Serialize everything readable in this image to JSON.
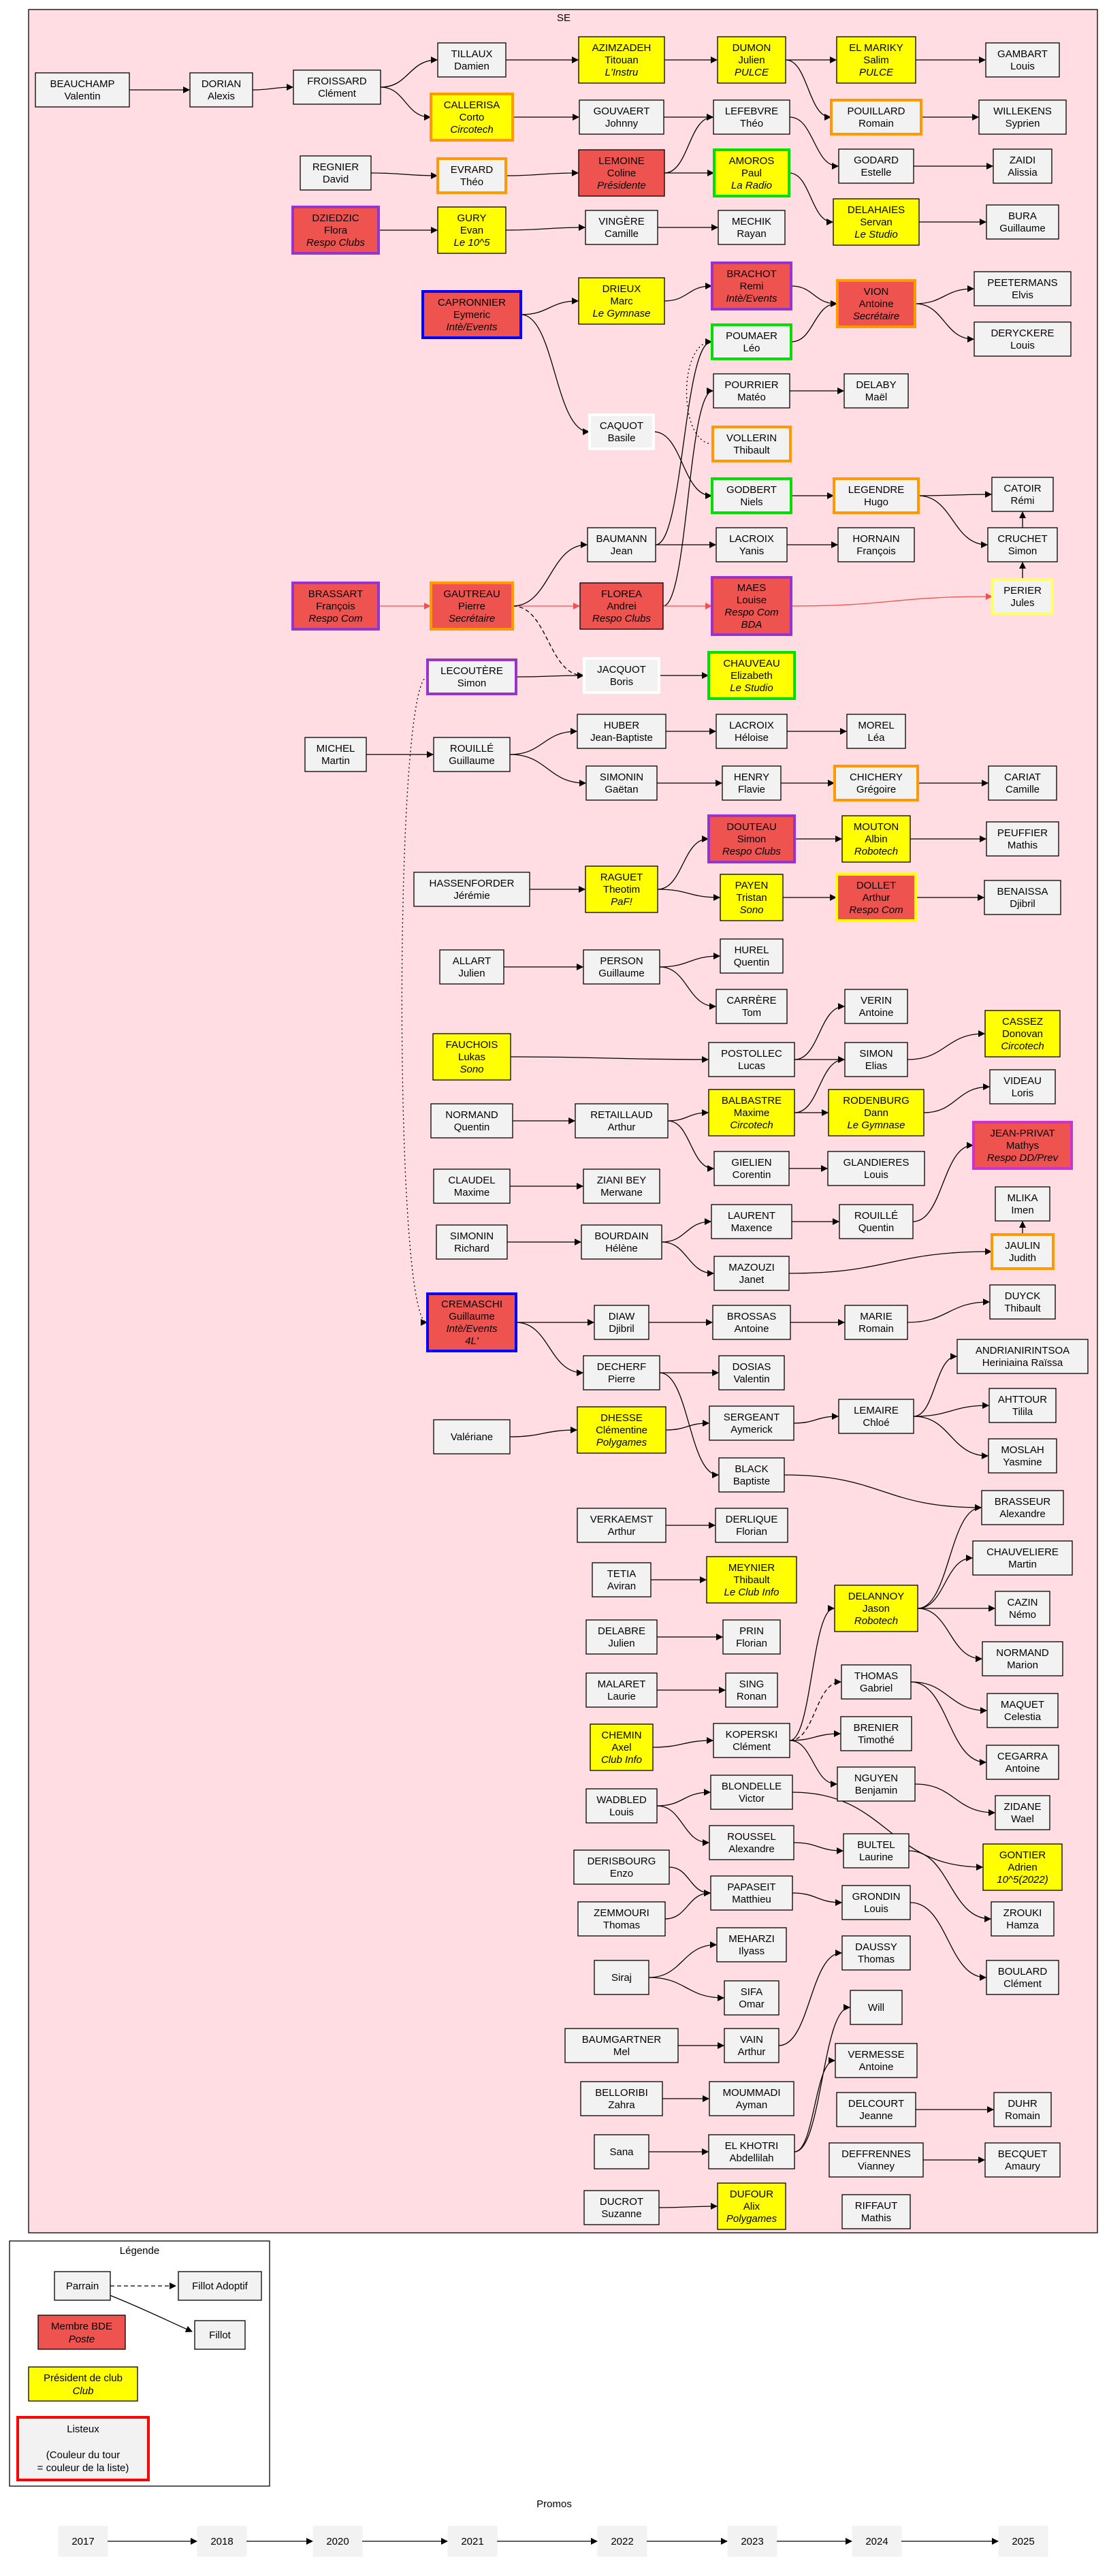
{
  "cluster_title": "SE",
  "colors": {
    "cluster_bg": "#ffdde2",
    "node_default": "#f2f2f2",
    "bde": "#ef5350",
    "club": "#ffff00",
    "edge": "#000000",
    "edge_red": "#ef5350"
  },
  "people": [
    {
      "id": "beauchamp",
      "lines": [
        "BEAUCHAMP",
        "Valentin"
      ]
    },
    {
      "id": "dorian",
      "lines": [
        "DORIAN",
        "Alexis"
      ]
    },
    {
      "id": "froissard",
      "lines": [
        "FROISSARD",
        "Clément"
      ]
    },
    {
      "id": "tillaux",
      "lines": [
        "TILLAUX",
        "Damien"
      ]
    },
    {
      "id": "callerisa",
      "lines": [
        "CALLERISA",
        "Corto",
        "Circotech"
      ]
    },
    {
      "id": "azimzadeh",
      "lines": [
        "AZIMZADEH",
        "Titouan",
        "L'Instru"
      ]
    },
    {
      "id": "gouvaert",
      "lines": [
        "GOUVAERT",
        "Johnny"
      ]
    },
    {
      "id": "dumon",
      "lines": [
        "DUMON",
        "Julien",
        "PULCE"
      ]
    },
    {
      "id": "elmariky",
      "lines": [
        "EL MARIKY",
        "Salim",
        "PULCE"
      ]
    },
    {
      "id": "gambart",
      "lines": [
        "GAMBART",
        "Louis"
      ]
    },
    {
      "id": "pouillard",
      "lines": [
        "POUILLARD",
        "Romain"
      ]
    },
    {
      "id": "willekens",
      "lines": [
        "WILLEKENS",
        "Syprien"
      ]
    },
    {
      "id": "lefebvre",
      "lines": [
        "LEFEBVRE",
        "Théo"
      ]
    },
    {
      "id": "regnier",
      "lines": [
        "REGNIER",
        "David"
      ]
    },
    {
      "id": "evrard",
      "lines": [
        "EVRARD",
        "Théo"
      ]
    },
    {
      "id": "lemoine",
      "lines": [
        "LEMOINE",
        "Coline",
        "Présidente"
      ]
    },
    {
      "id": "amoros",
      "lines": [
        "AMOROS",
        "Paul",
        "La Radio"
      ]
    },
    {
      "id": "godard",
      "lines": [
        "GODARD",
        "Estelle"
      ]
    },
    {
      "id": "zaidi",
      "lines": [
        "ZAIDI",
        "Alissia"
      ]
    },
    {
      "id": "dziedzic",
      "lines": [
        "DZIEDZIC",
        "Flora",
        "Respo Clubs"
      ]
    },
    {
      "id": "gury",
      "lines": [
        "GURY",
        "Evan",
        "Le 10^5"
      ]
    },
    {
      "id": "vingere",
      "lines": [
        "VINGÈRE",
        "Camille"
      ]
    },
    {
      "id": "mechik",
      "lines": [
        "MECHIK",
        "Rayan"
      ]
    },
    {
      "id": "delahaies",
      "lines": [
        "DELAHAIES",
        "Servan",
        "Le Studio"
      ]
    },
    {
      "id": "bura",
      "lines": [
        "BURA",
        "Guillaume"
      ]
    },
    {
      "id": "capronnier",
      "lines": [
        "CAPRONNIER",
        "Eymeric",
        "Intè/Events"
      ]
    },
    {
      "id": "drieux",
      "lines": [
        "DRIEUX",
        "Marc",
        "Le Gymnase"
      ]
    },
    {
      "id": "brachot",
      "lines": [
        "BRACHOT",
        "Remi",
        "Intè/Events"
      ]
    },
    {
      "id": "vion",
      "lines": [
        "VION",
        "Antoine",
        "Secrétaire"
      ]
    },
    {
      "id": "peetermans",
      "lines": [
        "PEETERMANS",
        "Elvis"
      ]
    },
    {
      "id": "deryckere",
      "lines": [
        "DERYCKERE",
        "Louis"
      ]
    },
    {
      "id": "poumaer",
      "lines": [
        "POUMAER",
        "Léo"
      ]
    },
    {
      "id": "pourrier",
      "lines": [
        "POURRIER",
        "Matéo"
      ]
    },
    {
      "id": "delaby",
      "lines": [
        "DELABY",
        "Maël"
      ]
    },
    {
      "id": "caquot",
      "lines": [
        "CAQUOT",
        "Basile"
      ]
    },
    {
      "id": "vollerin",
      "lines": [
        "VOLLERIN",
        "Thibault"
      ]
    },
    {
      "id": "godbert",
      "lines": [
        "GODBERT",
        "Niels"
      ]
    },
    {
      "id": "legendre",
      "lines": [
        "LEGENDRE",
        "Hugo"
      ]
    },
    {
      "id": "catoir",
      "lines": [
        "CATOIR",
        "Rémi"
      ]
    },
    {
      "id": "baumann",
      "lines": [
        "BAUMANN",
        "Jean"
      ]
    },
    {
      "id": "lacroixy",
      "lines": [
        "LACROIX",
        "Yanis"
      ]
    },
    {
      "id": "hornain",
      "lines": [
        "HORNAIN",
        "François"
      ]
    },
    {
      "id": "cruchet",
      "lines": [
        "CRUCHET",
        "Simon"
      ]
    },
    {
      "id": "brassart",
      "lines": [
        "BRASSART",
        "François",
        "Respo Com"
      ]
    },
    {
      "id": "gautreau",
      "lines": [
        "GAUTREAU",
        "Pierre",
        "Secrétaire"
      ]
    },
    {
      "id": "florea",
      "lines": [
        "FLOREA",
        "Andrei",
        "Respo Clubs"
      ]
    },
    {
      "id": "maes",
      "lines": [
        "MAES",
        "Louise",
        "Respo Com",
        "BDA"
      ]
    },
    {
      "id": "perier",
      "lines": [
        "PERIER",
        "Jules"
      ]
    },
    {
      "id": "lecoutere",
      "lines": [
        "LECOUTÈRE",
        "Simon"
      ]
    },
    {
      "id": "jacquot",
      "lines": [
        "JACQUOT",
        "Boris"
      ]
    },
    {
      "id": "chauveau",
      "lines": [
        "CHAUVEAU",
        "Elizabeth",
        "Le Studio"
      ]
    },
    {
      "id": "michel",
      "lines": [
        "MICHEL",
        "Martin"
      ]
    },
    {
      "id": "rouille",
      "lines": [
        "ROUILLÉ",
        "Guillaume"
      ]
    },
    {
      "id": "huber",
      "lines": [
        "HUBER",
        "Jean-Baptiste"
      ]
    },
    {
      "id": "lacroixh",
      "lines": [
        "LACROIX",
        "Héloise"
      ]
    },
    {
      "id": "morel",
      "lines": [
        "MOREL",
        "Léa"
      ]
    },
    {
      "id": "simonin",
      "lines": [
        "SIMONIN",
        "Gaëtan"
      ]
    },
    {
      "id": "henry",
      "lines": [
        "HENRY",
        "Flavie"
      ]
    },
    {
      "id": "chichery",
      "lines": [
        "CHICHERY",
        "Grégoire"
      ]
    },
    {
      "id": "cariat",
      "lines": [
        "CARIAT",
        "Camille"
      ]
    },
    {
      "id": "douteau",
      "lines": [
        "DOUTEAU",
        "Simon",
        "Respo Clubs"
      ]
    },
    {
      "id": "mouton",
      "lines": [
        "MOUTON",
        "Albin",
        "Robotech"
      ]
    },
    {
      "id": "peuffier",
      "lines": [
        "PEUFFIER",
        "Mathis"
      ]
    },
    {
      "id": "hassenforder",
      "lines": [
        "HASSENFORDER",
        "Jérémie"
      ]
    },
    {
      "id": "raguet",
      "lines": [
        "RAGUET",
        "Theotim",
        "PaF!"
      ]
    },
    {
      "id": "payen",
      "lines": [
        "PAYEN",
        "Tristan",
        "Sono"
      ]
    },
    {
      "id": "dollet",
      "lines": [
        "DOLLET",
        "Arthur",
        "Respo Com"
      ]
    },
    {
      "id": "benaissa",
      "lines": [
        "BENAISSA",
        "Djibril"
      ]
    },
    {
      "id": "allart",
      "lines": [
        "ALLART",
        "Julien"
      ]
    },
    {
      "id": "person",
      "lines": [
        "PERSON",
        "Guillaume"
      ]
    },
    {
      "id": "hurel",
      "lines": [
        "HUREL",
        "Quentin"
      ]
    },
    {
      "id": "carrere",
      "lines": [
        "CARRÈRE",
        "Tom"
      ]
    },
    {
      "id": "verin",
      "lines": [
        "VERIN",
        "Antoine"
      ]
    },
    {
      "id": "fauchois",
      "lines": [
        "FAUCHOIS",
        "Lukas",
        "Sono"
      ]
    },
    {
      "id": "postollec",
      "lines": [
        "POSTOLLEC",
        "Lucas"
      ]
    },
    {
      "id": "simone",
      "lines": [
        "SIMON",
        "Elias"
      ]
    },
    {
      "id": "cassez",
      "lines": [
        "CASSEZ",
        "Donovan",
        "Circotech"
      ]
    },
    {
      "id": "normandq",
      "lines": [
        "NORMAND",
        "Quentin"
      ]
    },
    {
      "id": "retaillaud",
      "lines": [
        "RETAILLAUD",
        "Arthur"
      ]
    },
    {
      "id": "balbastre",
      "lines": [
        "BALBASTRE",
        "Maxime",
        "Circotech"
      ]
    },
    {
      "id": "rodenburg",
      "lines": [
        "RODENBURG",
        "Dann",
        "Le Gymnase"
      ]
    },
    {
      "id": "videau",
      "lines": [
        "VIDEAU",
        "Loris"
      ]
    },
    {
      "id": "jeanprivat",
      "lines": [
        "JEAN-PRIVAT",
        "Mathys",
        "Respo DD/Prev"
      ]
    },
    {
      "id": "gielien",
      "lines": [
        "GIELIEN",
        "Corentin"
      ]
    },
    {
      "id": "glandieres",
      "lines": [
        "GLANDIERES",
        "Louis"
      ]
    },
    {
      "id": "claudel",
      "lines": [
        "CLAUDEL",
        "Maxime"
      ]
    },
    {
      "id": "zianibey",
      "lines": [
        "ZIANI BEY",
        "Merwane"
      ]
    },
    {
      "id": "mlika",
      "lines": [
        "MLIKA",
        "Imen"
      ]
    },
    {
      "id": "simoninr",
      "lines": [
        "SIMONIN",
        "Richard"
      ]
    },
    {
      "id": "bourdain",
      "lines": [
        "BOURDAIN",
        "Hélène"
      ]
    },
    {
      "id": "laurent",
      "lines": [
        "LAURENT",
        "Maxence"
      ]
    },
    {
      "id": "rouilleq",
      "lines": [
        "ROUILLÉ",
        "Quentin"
      ]
    },
    {
      "id": "jaulin",
      "lines": [
        "JAULIN",
        "Judith"
      ]
    },
    {
      "id": "mazouzi",
      "lines": [
        "MAZOUZI",
        "Janet"
      ]
    },
    {
      "id": "cremaschi",
      "lines": [
        "CREMASCHI",
        "Guillaume",
        "Intè/Events",
        "4L'"
      ]
    },
    {
      "id": "diaw",
      "lines": [
        "DIAW",
        "Djibril"
      ]
    },
    {
      "id": "brossas",
      "lines": [
        "BROSSAS",
        "Antoine"
      ]
    },
    {
      "id": "marie",
      "lines": [
        "MARIE",
        "Romain"
      ]
    },
    {
      "id": "duyck",
      "lines": [
        "DUYCK",
        "Thibault"
      ]
    },
    {
      "id": "decherf",
      "lines": [
        "DECHERF",
        "Pierre"
      ]
    },
    {
      "id": "dosias",
      "lines": [
        "DOSIAS",
        "Valentin"
      ]
    },
    {
      "id": "andrianirintsoa",
      "lines": [
        "ANDRIANIRINTSOA",
        "Heriniaina Raïssa"
      ]
    },
    {
      "id": "valeriane",
      "lines": [
        "Valériane"
      ]
    },
    {
      "id": "dhesse",
      "lines": [
        "DHESSE",
        "Clémentine",
        "Polygames"
      ]
    },
    {
      "id": "sergeant",
      "lines": [
        "SERGEANT",
        "Aymerick"
      ]
    },
    {
      "id": "lemaire",
      "lines": [
        "LEMAIRE",
        "Chloé"
      ]
    },
    {
      "id": "ahttour",
      "lines": [
        "AHTTOUR",
        "Tilila"
      ]
    },
    {
      "id": "moslah",
      "lines": [
        "MOSLAH",
        "Yasmine"
      ]
    },
    {
      "id": "black",
      "lines": [
        "BLACK",
        "Baptiste"
      ]
    },
    {
      "id": "brasseur",
      "lines": [
        "BRASSEUR",
        "Alexandre"
      ]
    },
    {
      "id": "verkaemst",
      "lines": [
        "VERKAEMST",
        "Arthur"
      ]
    },
    {
      "id": "derlique",
      "lines": [
        "DERLIQUE",
        "Florian"
      ]
    },
    {
      "id": "chauveliere",
      "lines": [
        "CHAUVELIERE",
        "Martin"
      ]
    },
    {
      "id": "tetia",
      "lines": [
        "TETIA",
        "Aviran"
      ]
    },
    {
      "id": "meynier",
      "lines": [
        "MEYNIER",
        "Thibault",
        "Le Club Info"
      ]
    },
    {
      "id": "delannoy",
      "lines": [
        "DELANNOY",
        "Jason",
        "Robotech"
      ]
    },
    {
      "id": "cazin",
      "lines": [
        "CAZIN",
        "Némo"
      ]
    },
    {
      "id": "delabre",
      "lines": [
        "DELABRE",
        "Julien"
      ]
    },
    {
      "id": "prin",
      "lines": [
        "PRIN",
        "Florian"
      ]
    },
    {
      "id": "normandm",
      "lines": [
        "NORMAND",
        "Marion"
      ]
    },
    {
      "id": "malaret",
      "lines": [
        "MALARET",
        "Laurie"
      ]
    },
    {
      "id": "sing",
      "lines": [
        "SING",
        "Ronan"
      ]
    },
    {
      "id": "thomas",
      "lines": [
        "THOMAS",
        "Gabriel"
      ]
    },
    {
      "id": "maquet",
      "lines": [
        "MAQUET",
        "Celestia"
      ]
    },
    {
      "id": "chemin",
      "lines": [
        "CHEMIN",
        "Axel",
        "Club Info"
      ]
    },
    {
      "id": "koperski",
      "lines": [
        "KOPERSKI",
        "Clément"
      ]
    },
    {
      "id": "brenier",
      "lines": [
        "BRENIER",
        "Timothé"
      ]
    },
    {
      "id": "cegarra",
      "lines": [
        "CEGARRA",
        "Antoine"
      ]
    },
    {
      "id": "nguyen",
      "lines": [
        "NGUYEN",
        "Benjamin"
      ]
    },
    {
      "id": "wadbled",
      "lines": [
        "WADBLED",
        "Louis"
      ]
    },
    {
      "id": "blondelle",
      "lines": [
        "BLONDELLE",
        "Victor"
      ]
    },
    {
      "id": "zidane",
      "lines": [
        "ZIDANE",
        "Wael"
      ]
    },
    {
      "id": "roussel",
      "lines": [
        "ROUSSEL",
        "Alexandre"
      ]
    },
    {
      "id": "bultel",
      "lines": [
        "BULTEL",
        "Laurine"
      ]
    },
    {
      "id": "gontier",
      "lines": [
        "GONTIER",
        "Adrien",
        "10^5(2022)"
      ]
    },
    {
      "id": "derisbourg",
      "lines": [
        "DERISBOURG",
        "Enzo"
      ]
    },
    {
      "id": "papaseit",
      "lines": [
        "PAPASEIT",
        "Matthieu"
      ]
    },
    {
      "id": "grondin",
      "lines": [
        "GRONDIN",
        "Louis"
      ]
    },
    {
      "id": "zrouki",
      "lines": [
        "ZROUKI",
        "Hamza"
      ]
    },
    {
      "id": "zemmouri",
      "lines": [
        "ZEMMOURI",
        "Thomas"
      ]
    },
    {
      "id": "boulard",
      "lines": [
        "BOULARD",
        "Clément"
      ]
    },
    {
      "id": "meharzi",
      "lines": [
        "MEHARZI",
        "Ilyass"
      ]
    },
    {
      "id": "siraj",
      "lines": [
        "Siraj"
      ]
    },
    {
      "id": "daussy",
      "lines": [
        "DAUSSY",
        "Thomas"
      ]
    },
    {
      "id": "sifa",
      "lines": [
        "SIFA",
        "Omar"
      ]
    },
    {
      "id": "baumgartner",
      "lines": [
        "BAUMGARTNER",
        "Mel"
      ]
    },
    {
      "id": "vain",
      "lines": [
        "VAIN",
        "Arthur"
      ]
    },
    {
      "id": "will",
      "lines": [
        "Will"
      ]
    },
    {
      "id": "belloribi",
      "lines": [
        "BELLORIBI",
        "Zahra"
      ]
    },
    {
      "id": "moummadi",
      "lines": [
        "MOUMMADI",
        "Ayman"
      ]
    },
    {
      "id": "vermesse",
      "lines": [
        "VERMESSE",
        "Antoine"
      ]
    },
    {
      "id": "sana",
      "lines": [
        "Sana"
      ]
    },
    {
      "id": "elkhotri",
      "lines": [
        "EL KHOTRI",
        "Abdellilah"
      ]
    },
    {
      "id": "delcourt",
      "lines": [
        "DELCOURT",
        "Jeanne"
      ]
    },
    {
      "id": "duhr",
      "lines": [
        "DUHR",
        "Romain"
      ]
    },
    {
      "id": "deffrennes",
      "lines": [
        "DEFFRENNES",
        "Vianney"
      ]
    },
    {
      "id": "becquet",
      "lines": [
        "BECQUET",
        "Amaury"
      ]
    },
    {
      "id": "ducrot",
      "lines": [
        "DUCROT",
        "Suzanne"
      ]
    },
    {
      "id": "dufour",
      "lines": [
        "DUFOUR",
        "Alix",
        "Polygames"
      ]
    },
    {
      "id": "riffaut",
      "lines": [
        "RIFFAUT",
        "Mathis"
      ]
    }
  ],
  "legend": {
    "title": "Légende",
    "parrain": "Parrain",
    "fillot_adoptif": "Fillot Adoptif",
    "fillot": "Fillot",
    "bde_lines": [
      "Membre BDE",
      "Poste"
    ],
    "club_lines": [
      "Président de club",
      "Club"
    ],
    "listeux_lines": [
      "Listeux",
      "",
      "(Couleur du tour",
      "= couleur de la liste)"
    ]
  },
  "promos": {
    "title": "Promos",
    "years": [
      "2017",
      "2018",
      "2020",
      "2021",
      "2022",
      "2023",
      "2024",
      "2025"
    ]
  }
}
